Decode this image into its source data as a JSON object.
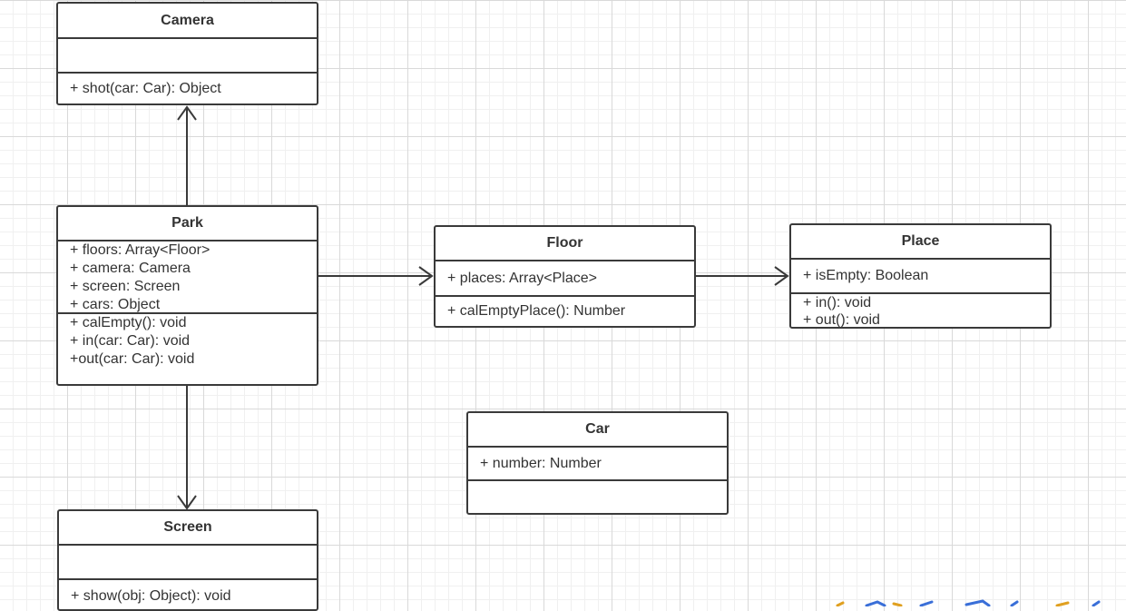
{
  "classes": {
    "camera": {
      "name": "Camera",
      "attributes": [],
      "methods": [
        "+ shot(car: Car): Object"
      ]
    },
    "park": {
      "name": "Park",
      "attributes": [
        "+ floors: Array<Floor>",
        "+ camera: Camera",
        "+ screen: Screen",
        "+ cars: Object"
      ],
      "methods": [
        "+ calEmpty(): void",
        "+ in(car: Car): void",
        "+out(car: Car): void"
      ]
    },
    "floor": {
      "name": "Floor",
      "attributes": [
        "+ places: Array<Place>"
      ],
      "methods": [
        "+ calEmptyPlace(): Number"
      ]
    },
    "place": {
      "name": "Place",
      "attributes": [
        "+ isEmpty: Boolean"
      ],
      "methods": [
        "+ in(): void",
        "+ out(): void"
      ]
    },
    "car": {
      "name": "Car",
      "attributes": [
        "+ number: Number"
      ],
      "methods": []
    },
    "screen": {
      "name": "Screen",
      "attributes": [],
      "methods": [
        "+ show(obj: Object): void"
      ]
    }
  },
  "relations": [
    {
      "from": "Park",
      "to": "Camera",
      "type": "association"
    },
    {
      "from": "Park",
      "to": "Floor",
      "type": "association"
    },
    {
      "from": "Floor",
      "to": "Place",
      "type": "association"
    },
    {
      "from": "Park",
      "to": "Screen",
      "type": "association"
    }
  ],
  "colors": {
    "line": "#3a3a3a",
    "grid": "#d9d9d9",
    "background": "#ffffff"
  }
}
